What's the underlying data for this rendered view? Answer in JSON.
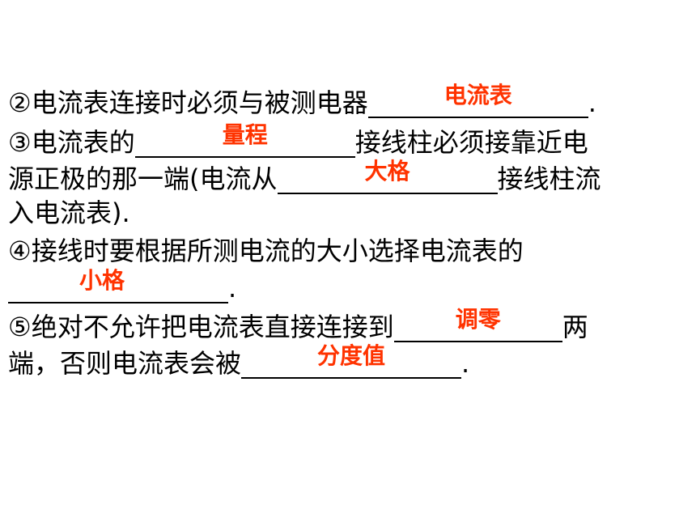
{
  "answer_color": "#ff3300",
  "lines": [
    {
      "pre": "②电流表连接时必须与被测电器",
      "blank": "电流表",
      "post": "."
    },
    {
      "pre": "③电流表的",
      "blank": "量程",
      "post": "接线柱必须接靠近电"
    },
    {
      "pre": "源正极的那一端(电流从",
      "blank": "大格",
      "post": "接线柱流"
    },
    {
      "pre": "入电流表)."
    },
    {
      "pre": "④接线时要根据所测电流的大小选择电流表的"
    },
    {
      "blank": "小格",
      "post": "."
    },
    {
      "pre": "⑤绝对不允许把电流表直接连接到",
      "blank": "调零",
      "post": "两"
    },
    {
      "pre": "端，否则电流表会被",
      "blank": "分度值",
      "post": "."
    }
  ]
}
